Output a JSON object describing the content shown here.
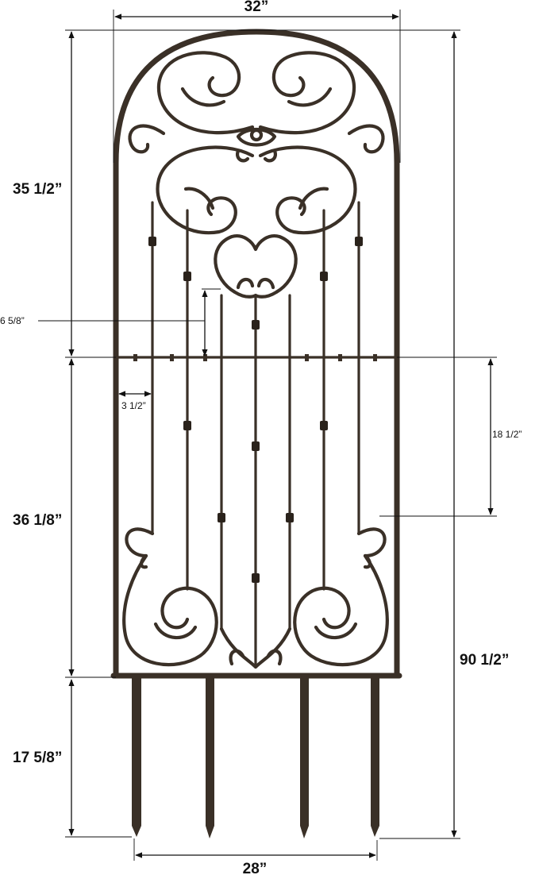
{
  "diagram": {
    "dimensions": {
      "top_width": "32”",
      "arch_height": "35 1/2”",
      "scroll_drop": "6 5/8”",
      "bar_spacing": "3 1/2”",
      "upper_panel_height": "18 1/2”",
      "lower_panel_height": "36 1/8”",
      "total_height": "90 1/2”",
      "stake_height": "17 5/8”",
      "stake_spacing": "28”"
    },
    "colors": {
      "metal": "#3a3027",
      "dimension_lines": "#111111",
      "background": "#ffffff"
    }
  }
}
